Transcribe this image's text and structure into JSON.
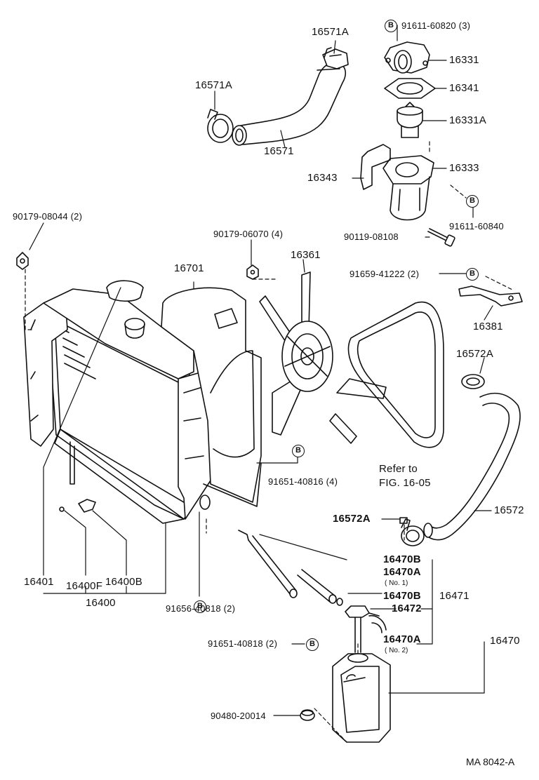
{
  "bolt_marker": "B",
  "labels": {
    "p16571A_top": "16571A",
    "p91611_60820": "91611-60820 (3)",
    "p16331": "16331",
    "p16341": "16341",
    "p16331A": "16331A",
    "p16571A_left": "16571A",
    "p16571": "16571",
    "p16343": "16343",
    "p16333": "16333",
    "p91611_60840": "91611-60840",
    "p90179_08044": "90179-08044 (2)",
    "p90179_06070": "90179-06070 (4)",
    "p90119_08108": "90119-08108",
    "p16701": "16701",
    "p16361": "16361",
    "p91659_41222": "91659-41222 (2)",
    "p16381": "16381",
    "p16572A_top": "16572A",
    "p91651_40816": "91651-40816 (4)",
    "refer_to": "Refer to",
    "fig_ref": "FIG. 16-05",
    "p16572A_mid": "16572A",
    "p16572": "16572",
    "p16400F": "16400F",
    "p16401": "16401",
    "p16400B": "16400B",
    "p16400": "16400",
    "p91656_40818": "91656-40818 (2)",
    "p16470B_top": "16470B",
    "p16470A_no1": "16470A",
    "no1": "( No. 1)",
    "p16470B_mid": "16470B",
    "p16471": "16471",
    "p16472": "16472",
    "p91651_40818": "91651-40818 (2)",
    "p16470A_no2": "16470A",
    "no2": "( No. 2)",
    "p16470": "16470",
    "p90480_20014": "90480-20014",
    "diagram_code": "MA  8042-A"
  }
}
